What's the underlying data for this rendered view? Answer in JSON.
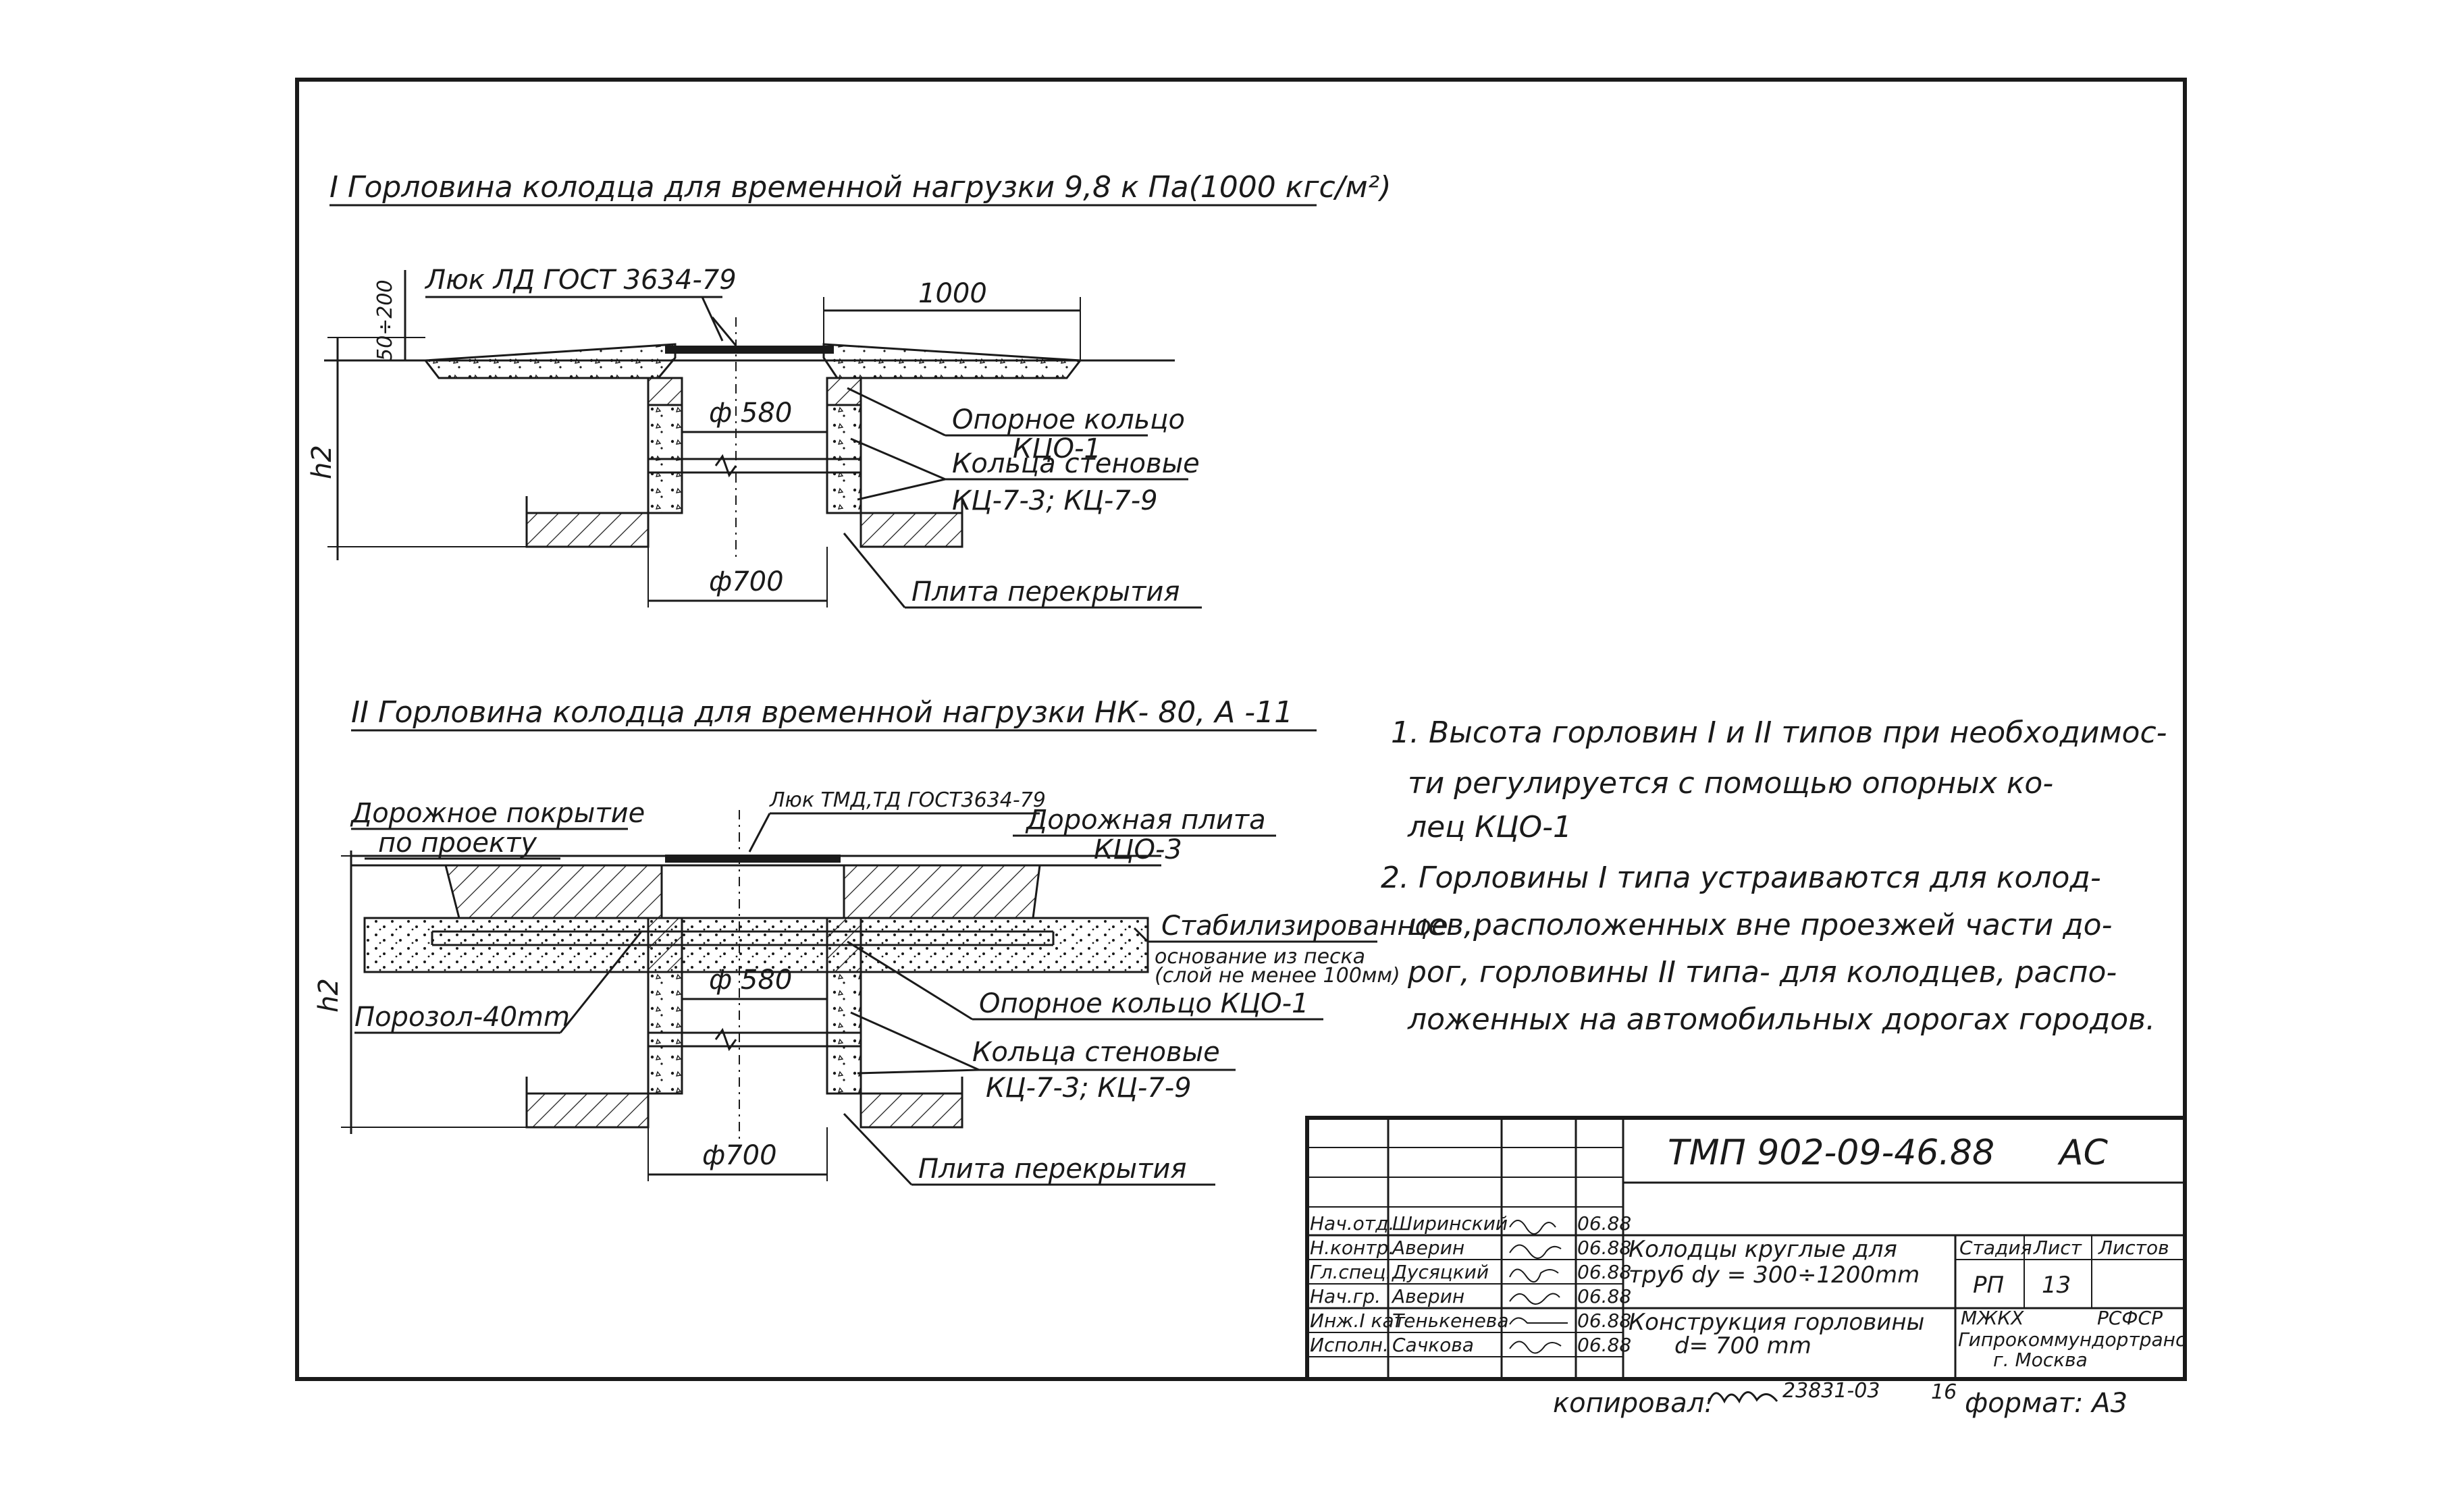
{
  "section1": {
    "title": "I Горловина колодца для временной нагрузки 9,8 к Па(1000 кгс/м²)",
    "hatch_label": "Люк ЛД ГОСТ 3634-79",
    "dim_top": "50÷200",
    "dim_width": "1000",
    "dim_h": "h2",
    "dia_inner": "ф 580",
    "dia_outer": "ф700",
    "callouts": [
      "Опорное кольцо",
      "КЦО-1",
      "Кольца стеновые",
      "КЦ-7-3; КЦ-7-9",
      "Плита перекрытия"
    ]
  },
  "section2": {
    "title": "II Горловина колодца для временной нагрузки НК- 80, А -11",
    "hatch_label": "Люк ТМД,ТД ГОСТ3634-79",
    "dim_h": "h2",
    "dia_inner": "ф 580",
    "dia_outer": "ф700",
    "callouts_left": [
      "Дорожное покрытие",
      "по проекту",
      "Порозол-40mm"
    ],
    "callouts_right": [
      "Дорожная плита",
      "КЦО-3",
      "Стабилизированное",
      "основание из песка",
      "(слой не менее 100мм)",
      "Опорное кольцо КЦО-1",
      "Кольца стеновые",
      "КЦ-7-3; КЦ-7-9",
      "Плита перекрытия"
    ]
  },
  "notes": [
    "1. Высота горловин I и II типов при необходимос-",
    "ти  регулируется с помощью опорных ко-",
    "лец КЦО-1",
    "2. Горловины I типа устраиваются для колод-",
    "цев,расположенных вне проезжей части до-",
    "рог, горловины II типа- для колодцев, распо-",
    "ложенных на автомобильных дорогах городов."
  ],
  "title_block": {
    "code": "ТМП  902-09-46.88",
    "code_suffix": "АС",
    "project": [
      "Колодцы круглые для",
      "труб dу = 300÷1200mm"
    ],
    "sheet_title": [
      "Конструкция горловины",
      "d= 700 mm"
    ],
    "stage_header": "Стадия",
    "sheet_header": "Лист",
    "sheets_header": "Листов",
    "stage": "РП",
    "sheet": "13",
    "org": [
      "МЖКХ",
      "РСФСР",
      "Гипрокоммундортранс",
      "г. Москва"
    ],
    "roles": [
      {
        "role": "Нач.отд.",
        "name": "Ширинский",
        "date": "06.88"
      },
      {
        "role": "Н.контр.",
        "name": "Аверин",
        "date": "06.88"
      },
      {
        "role": "Гл.спец.",
        "name": "Дусяцкий",
        "date": "06.88"
      },
      {
        "role": "Нач.гр.",
        "name": "Аверин",
        "date": "06.88"
      },
      {
        "role": "Инж.I кат",
        "name": "Тенькенева",
        "date": "06.88"
      },
      {
        "role": "Исполн.",
        "name": "Сачкова",
        "date": "06.88"
      }
    ]
  },
  "footer": {
    "copied": "копировал:",
    "number": "23831-03",
    "page": "16",
    "format": "формат: А3"
  }
}
